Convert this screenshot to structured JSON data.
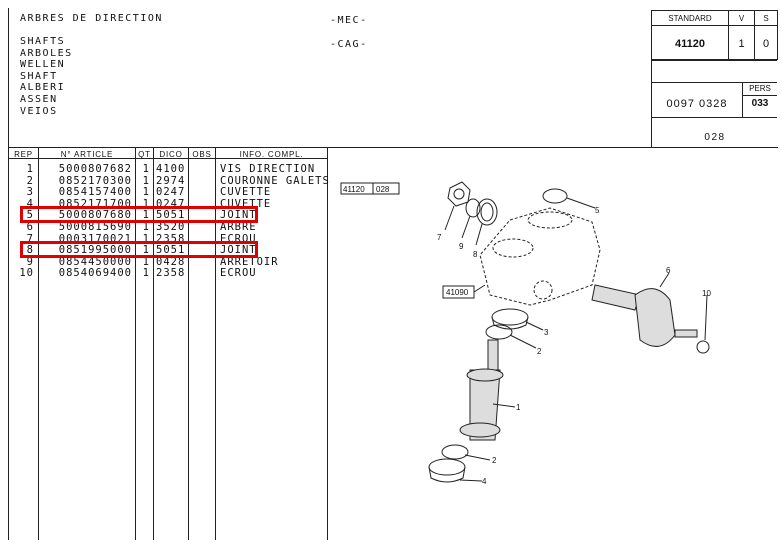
{
  "header": {
    "title": "ARBRES DE DIRECTION",
    "names": [
      "SHAFTS",
      "ARBOLES",
      "WELLEN",
      "SHAFT",
      "ALBERI",
      "ASSEN",
      "VEIOS"
    ],
    "mec": "-MEC-",
    "cag": "-CAG-"
  },
  "info_box": {
    "standard_label": "STANDARD",
    "v_label": "V",
    "s_label": "S",
    "standard": "41120",
    "v": "1",
    "s": "0",
    "pers_label": "PERS",
    "code": "0097 0328",
    "pers": "033",
    "page": "028"
  },
  "table": {
    "columns": [
      "REP",
      "N° ARTICLE",
      "QT",
      "DICO",
      "OBS",
      "INFO. COMPL."
    ],
    "rows": [
      {
        "rep": "1",
        "article": "5000807682",
        "qt": "1",
        "dico": "4100",
        "obs": "",
        "info": "VIS DIRECTION"
      },
      {
        "rep": "2",
        "article": "0852170300",
        "qt": "1",
        "dico": "2974",
        "obs": "",
        "info": "COURONNE GALETS"
      },
      {
        "rep": "3",
        "article": "0854157400",
        "qt": "1",
        "dico": "0247",
        "obs": "",
        "info": "CUVETTE"
      },
      {
        "rep": "4",
        "article": "0852171700",
        "qt": "1",
        "dico": "0247",
        "obs": "",
        "info": "CUVETTE"
      },
      {
        "rep": "5",
        "article": "5000807680",
        "qt": "1",
        "dico": "5051",
        "obs": "",
        "info": "JOINT",
        "highlighted": true
      },
      {
        "rep": "6",
        "article": "5000815690",
        "qt": "1",
        "dico": "3520",
        "obs": "",
        "info": "ARBRE"
      },
      {
        "rep": "7",
        "article": "0003170021",
        "qt": "1",
        "dico": "2358",
        "obs": "",
        "info": "ECROU"
      },
      {
        "rep": "8",
        "article": "0851995000",
        "qt": "1",
        "dico": "5051",
        "obs": "",
        "info": "JOINT",
        "highlighted": true
      },
      {
        "rep": "9",
        "article": "0854450000",
        "qt": "1",
        "dico": "0428",
        "obs": "",
        "info": "ARRETOIR"
      },
      {
        "rep": "10",
        "article": "0854069400",
        "qt": "1",
        "dico": "2358",
        "obs": "",
        "info": "ECROU"
      }
    ],
    "highlight_color": "#e00000"
  },
  "diagram": {
    "ref_group": "41120",
    "ref_page": "028",
    "ref_housing": "41090",
    "callouts": [
      "1",
      "2",
      "2",
      "3",
      "4",
      "5",
      "6",
      "7",
      "8",
      "9",
      "10"
    ]
  }
}
